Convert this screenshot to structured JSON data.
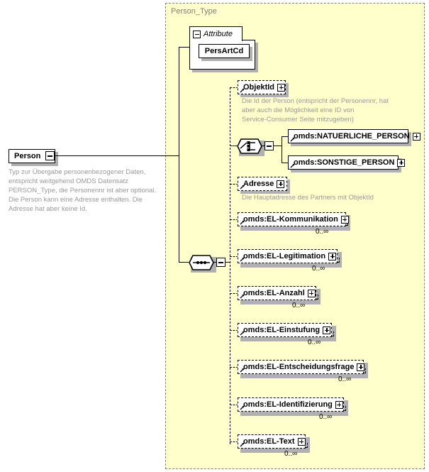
{
  "diagram": {
    "title": "Person schema element diagram",
    "root": {
      "name": "Person",
      "expander": "minus-icon",
      "annotation": "Typ zur Übergabe personenbezogener Daten,\nentspricht weitgehend OMDS Datensatz\nPERSON_Type, die Personennr ist aber optional.\nDie Person kann eine Adresse enthalten. Die\nAdresse hat aber keine Id."
    },
    "type_container": {
      "label": "Person_Type",
      "attribute_group": {
        "label": "Attribute",
        "expander": "minus-icon",
        "attributes": [
          {
            "name": "PersArtCd"
          }
        ]
      },
      "compositors": [
        {
          "kind": "choice",
          "expander": "minus-icon"
        },
        {
          "kind": "sequence",
          "expander": "minus-icon"
        }
      ],
      "elements": [
        {
          "name": "ObjektId",
          "expander": "plus-icon",
          "style": "dashed",
          "repeating": false,
          "cardinality": "",
          "annotation": "Die Id der Person (entspricht der Personennr, hat\naber auch die Möglichkeit eine ID von\nService-Consumer Seite mitzugeben)"
        },
        {
          "name": "omds:NATUERLICHE_PERSON",
          "expander": "plus-icon",
          "style": "solid",
          "repeating": false,
          "cardinality": "",
          "annotation": ""
        },
        {
          "name": "omds:SONSTIGE_PERSON",
          "expander": "plus-icon",
          "style": "solid",
          "repeating": false,
          "cardinality": "",
          "annotation": ""
        },
        {
          "name": "Adresse",
          "expander": "plus-icon",
          "style": "dashed",
          "repeating": false,
          "cardinality": "",
          "annotation": "Die Hauptadresse des Partners mit ObjektId"
        },
        {
          "name": "omds:EL-Kommunikation",
          "expander": "plus-icon",
          "style": "dashed",
          "repeating": true,
          "cardinality": "0..∞",
          "annotation": ""
        },
        {
          "name": "omds:EL-Legitimation",
          "expander": "plus-icon",
          "style": "dashed",
          "repeating": true,
          "cardinality": "0..∞",
          "annotation": ""
        },
        {
          "name": "omds:EL-Anzahl",
          "expander": "plus-icon",
          "style": "dashed",
          "repeating": true,
          "cardinality": "0..∞",
          "annotation": ""
        },
        {
          "name": "omds:EL-Einstufung",
          "expander": "plus-icon",
          "style": "dashed",
          "repeating": true,
          "cardinality": "0..∞",
          "annotation": ""
        },
        {
          "name": "omds:EL-Entscheidungsfrage",
          "expander": "plus-icon",
          "style": "dashed",
          "repeating": true,
          "cardinality": "0..∞",
          "annotation": ""
        },
        {
          "name": "omds:EL-Identifizierung",
          "expander": "plus-icon",
          "style": "dashed",
          "repeating": true,
          "cardinality": "0..∞",
          "annotation": ""
        },
        {
          "name": "omds:EL-Text",
          "expander": "plus-icon",
          "style": "dashed",
          "repeating": true,
          "cardinality": "0..∞",
          "annotation": ""
        }
      ]
    },
    "colors": {
      "container_fill": "#ffffcc",
      "container_border": "#808080",
      "node_fill": "#ffffff",
      "node_border": "#000000",
      "annotation_text": "#999999",
      "shadow": "#b0b0b0"
    }
  }
}
